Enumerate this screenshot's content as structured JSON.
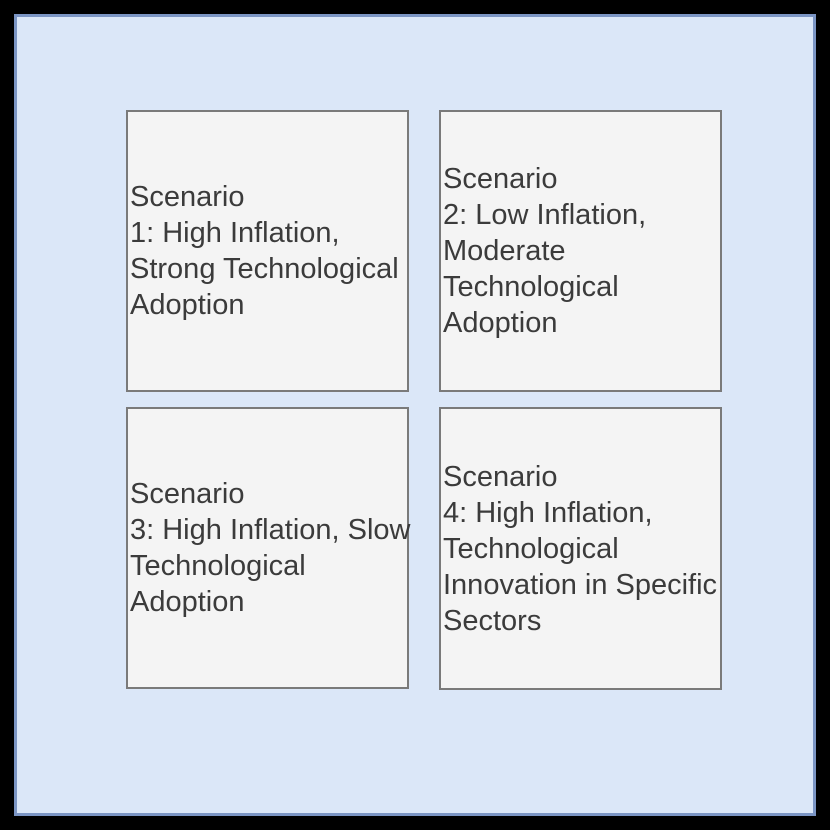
{
  "style": {
    "frame_color": "#000000",
    "panel_fill": "#dbe7f8",
    "panel_border": "#7b95c4",
    "box_fill": "#f4f4f4",
    "box_border": "#7a7a7a",
    "text_color": "#3b3b3b"
  },
  "boxes": [
    {
      "name": "scenario-1",
      "lines": [
        "Scenario",
        "1: High Inflation,",
        "Strong Technological",
        "Adoption"
      ]
    },
    {
      "name": "scenario-2",
      "lines": [
        "Scenario",
        "2: Low Inflation,",
        "Moderate",
        "Technological",
        "Adoption"
      ]
    },
    {
      "name": "scenario-3",
      "lines": [
        "Scenario",
        "3: High Inflation, Slow",
        "Technological",
        "Adoption"
      ]
    },
    {
      "name": "scenario-4",
      "lines": [
        "Scenario",
        "4: High Inflation,",
        "Technological",
        "Innovation in Specific",
        "Sectors"
      ]
    }
  ]
}
